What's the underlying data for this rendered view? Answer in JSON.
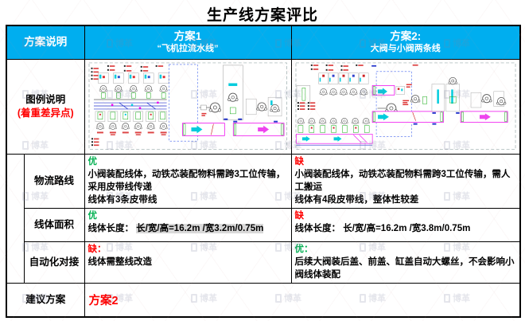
{
  "title": "生产线方案评比",
  "colors": {
    "header_blue": "#00aeef",
    "pro_green": "#00b050",
    "con_red": "#ff0000",
    "highlight_gray": "#d9d9d9"
  },
  "watermark": {
    "text": "博革"
  },
  "header": {
    "col_label": "方案说明",
    "plan1": {
      "line1": "方案1",
      "line2": "“飞机拉流水线”"
    },
    "plan2": {
      "line1": "方案2:",
      "line2": "大阀与小阀两条线"
    }
  },
  "rows": {
    "legend": {
      "label": "图例说明",
      "sublabel": "(着重差异点)"
    },
    "logistics": {
      "label": "物流路线",
      "plan1": {
        "tag": "优",
        "line1": "小阀装配线体，动铁芯装配物料需跨3工位传输，采用皮带线传递",
        "line2": "线体有3条皮带线"
      },
      "plan2": {
        "tag": "缺",
        "line1": "小阀装配线体，动铁芯装配物料需跨3工位传输，需人工搬运",
        "line2": "线体有4段皮带线，整体性较差"
      }
    },
    "area": {
      "label": "线体面积",
      "plan1": {
        "tag": "优",
        "prefix": "线体长度： ",
        "value": "长/宽/高=16.2m /宽3.2m/0.75m"
      },
      "plan2": {
        "tag": "缺",
        "prefix": "线体长度： ",
        "value": "长/宽/高=16.2m /宽3.8m/0.75m"
      }
    },
    "automation": {
      "label": "自动化对接",
      "plan1": {
        "tag": "缺：",
        "text": "线体需整线改造"
      },
      "plan2": {
        "tag": "优：",
        "text": "后续大阀装后盖、前盖、缸盖自动大螺丝，不会影响小阀线体装配"
      }
    },
    "recommendation": {
      "label": "建议方案",
      "value": "方案2"
    }
  }
}
